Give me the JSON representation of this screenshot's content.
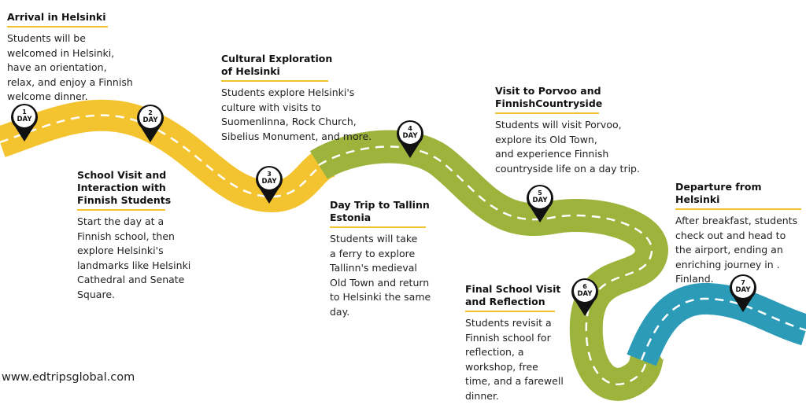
{
  "colors": {
    "yellow": "#f4c430",
    "green": "#9cb33c",
    "blue": "#2b9bb8",
    "dash": "#ffffff",
    "rule": "#f2c12e",
    "pin": "#111111"
  },
  "pin_icon": "map-pin-icon",
  "stops": [
    {
      "day_number": "1",
      "day_label": "DAY",
      "title": "Arrival in Helsinki",
      "text": "Students will be\nwelcomed in Helsinki,\nhave an orientation,\nrelax, and enjoy a Finnish\nwelcome dinner."
    },
    {
      "day_number": "2",
      "day_label": "DAY",
      "title": "School Visit and\nInteraction with\nFinnish Students",
      "text": "Start the day at a\nFinnish school, then\nexplore Helsinki's\nlandmarks  like Helsinki\nCathedral and Senate\nSquare."
    },
    {
      "day_number": "3",
      "day_label": "DAY",
      "title": "Cultural Exploration\nof Helsinki",
      "text": "Students explore Helsinki's\nculture with visits to\nSuomenlinna, Rock Church,\nSibelius Monument, and more."
    },
    {
      "day_number": "4",
      "day_label": "DAY",
      "title": "Day Trip to Tallinn\nEstonia",
      "text": "Students will take\na ferry to explore\nTallinn's medieval\nOld Town and return\nto Helsinki the same\nday."
    },
    {
      "day_number": "5",
      "day_label": "DAY",
      "title": "Visit to Porvoo and\nFinnishCountryside",
      "text": "Students will visit Porvoo,\nexplore its Old Town,\nand experience Finnish\ncountryside life on a day trip."
    },
    {
      "day_number": "6",
      "day_label": "DAY",
      "title": "Final School Visit\nand Reflection",
      "text": "Students revisit a\nFinnish school for\nreflection, a\nworkshop, free\ntime, and a farewell\ndinner."
    },
    {
      "day_number": "7",
      "day_label": "DAY",
      "title": "Departure from Helsinki",
      "text": "After breakfast, students\ncheck out and head to\nthe airport, ending an\nenriching journey in .\nFinland."
    }
  ],
  "website": "www.edtripsglobal.com"
}
